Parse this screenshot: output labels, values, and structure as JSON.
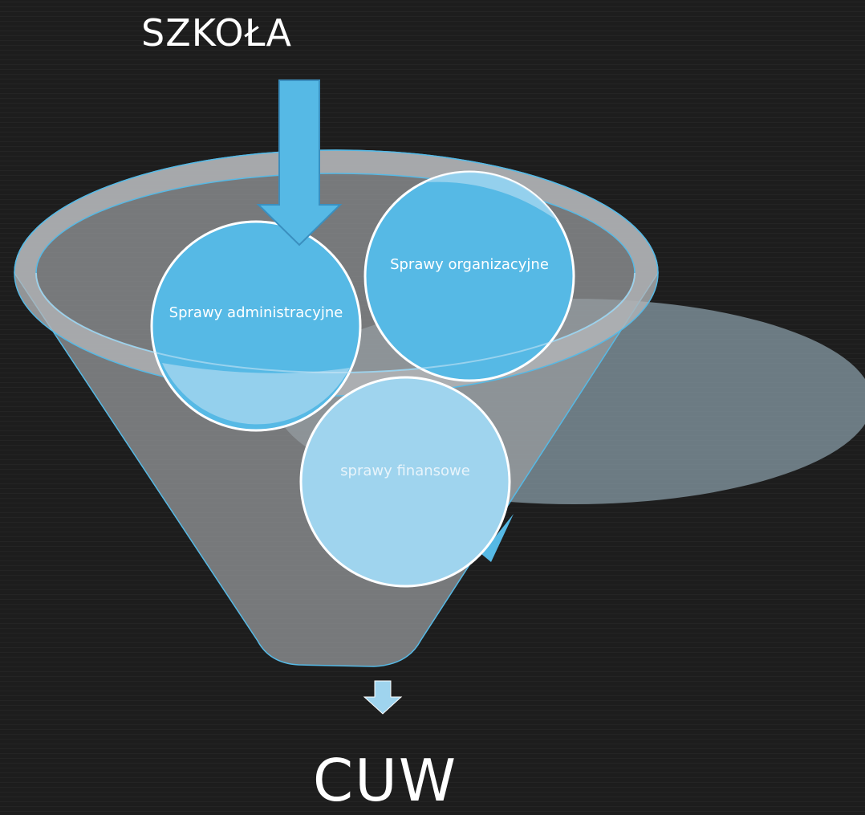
{
  "header": {
    "title": "SZKOŁA"
  },
  "footer": {
    "title": "CUW"
  },
  "funnel": {
    "circles": [
      {
        "label": "Sprawy administracyjne"
      },
      {
        "label": "Sprawy organizacyjne"
      },
      {
        "label": "sprawy finansowe"
      }
    ]
  },
  "colors": {
    "background": "#1c1c1c",
    "accent": "#56b9e5",
    "accent_light": "#9fd4ee",
    "funnel_fill": "#8a8d90",
    "shadow_ellipse": "#8ba0ab",
    "outline": "#4fa9d6"
  }
}
